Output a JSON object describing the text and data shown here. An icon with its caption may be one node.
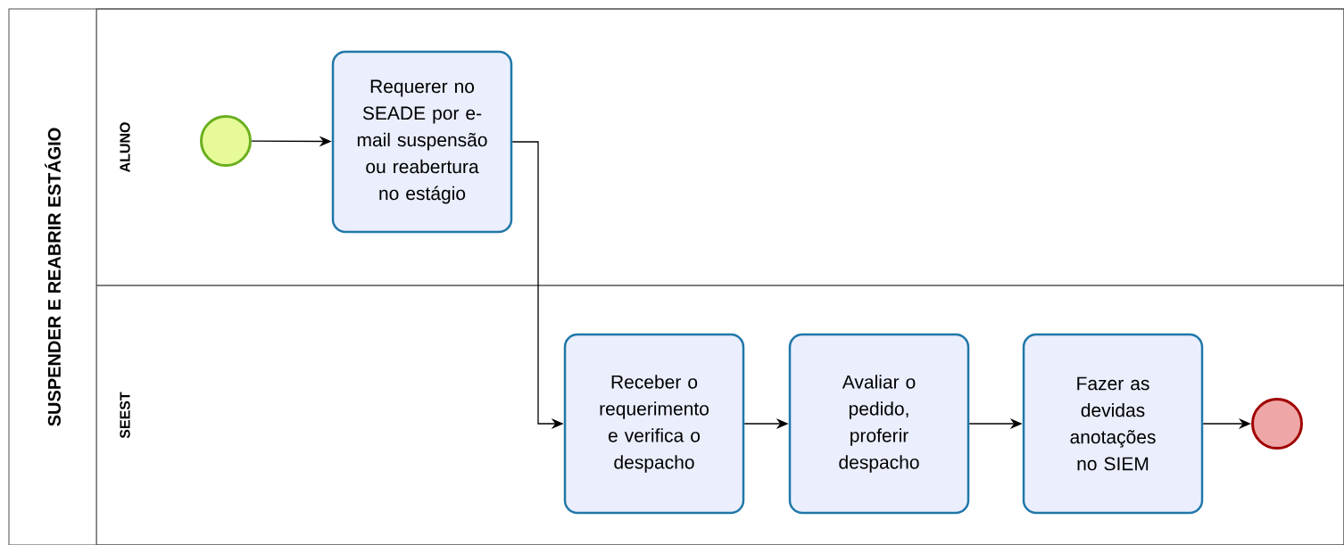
{
  "diagram": {
    "nodes": [
      {
        "text": [
          "SUSPENDER E REABRIR ESTÁGIO"
        ]
      },
      {
        "text": [
          "ALUNO"
        ],
        "in": 0
      },
      {
        "text": [
          "SEEST"
        ],
        "in": 0
      },
      {
        "text": [],
        "shape": "circle",
        "in": 1
      },
      {
        "text": [
          "Requerer no SEADE por e-mail suspensão ou reabertura no estágio"
        ],
        "in": 1
      },
      {
        "text": [
          "Receber o requerimento e verifica o despacho"
        ],
        "in": 2
      },
      {
        "text": [
          "Avaliar o pedido, proferir despacho"
        ],
        "in": 2
      },
      {
        "text": [
          "Fazer as devidas anotações no SIEM"
        ],
        "in": 2
      },
      {
        "text": [],
        "shape": "circle",
        "in": 2
      }
    ],
    "edges": [
      {
        "from": 3,
        "to": 4,
        "arrow": "to"
      },
      {
        "from": 4,
        "to": 5,
        "arrow": "to"
      },
      {
        "from": 5,
        "to": 6,
        "arrow": "to"
      },
      {
        "from": 6,
        "to": 7,
        "arrow": "to"
      },
      {
        "from": 7,
        "to": 8,
        "arrow": "to"
      }
    ]
  }
}
